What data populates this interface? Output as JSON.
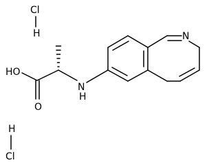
{
  "labels": {
    "hcl_top_cl": "Cl",
    "hcl_top_h": "H",
    "hcl_bottom_h": "H",
    "hcl_bottom_cl": "Cl",
    "hydroxyl": "HO",
    "carbonyl_o": "O",
    "amine": "N",
    "amine_h": "H",
    "ring_n": "N"
  },
  "colors": {
    "ink": "#000000",
    "background": "#ffffff"
  }
}
